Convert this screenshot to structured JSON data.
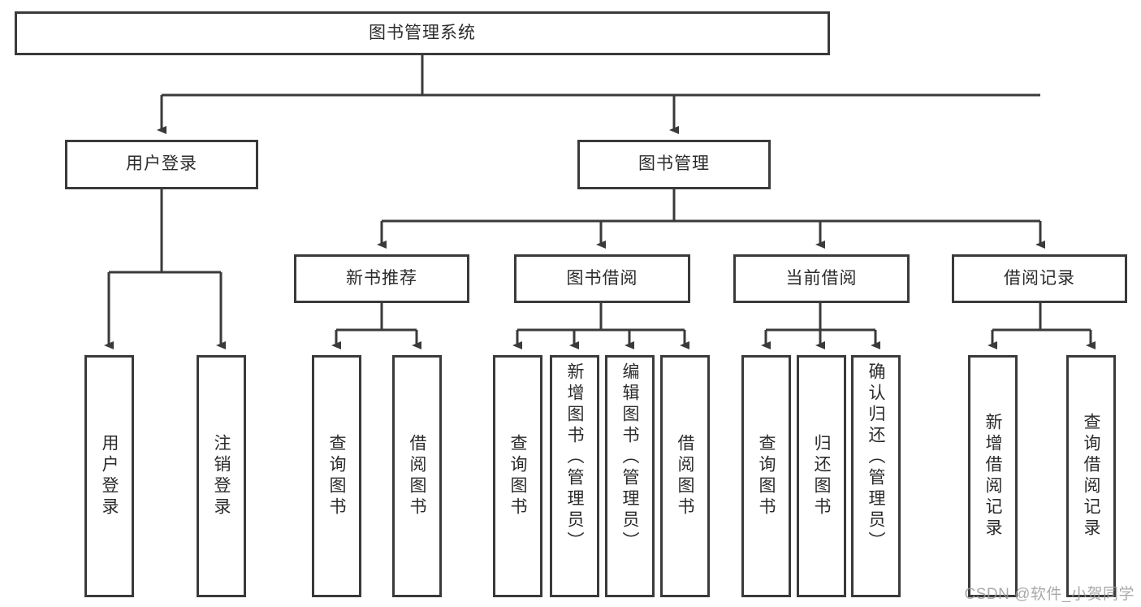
{
  "diagram": {
    "type": "tree-hierarchy",
    "title": "图书管理系统",
    "watermark": "CSDN @软件_小贺同学",
    "colors": {
      "box_border": "#3a3a3a",
      "box_fill": "#ffffff",
      "line": "#3a3a3a",
      "text": "#2b2b2b",
      "watermark": "#9b9b9b",
      "background": "#ffffff"
    },
    "root": {
      "label": "图书管理系统"
    },
    "level2": [
      {
        "id": "user-login",
        "label": "用户登录"
      },
      {
        "id": "book-manage",
        "label": "图书管理"
      }
    ],
    "level3": [
      {
        "id": "new-book-recommend",
        "label": "新书推荐"
      },
      {
        "id": "book-borrow",
        "label": "图书借阅"
      },
      {
        "id": "current-borrow",
        "label": "当前借阅"
      },
      {
        "id": "borrow-record",
        "label": "借阅记录"
      }
    ],
    "leaves": {
      "user_login": [
        {
          "id": "leaf-user-login",
          "label": "用户登录"
        },
        {
          "id": "leaf-logout",
          "label": "注销登录"
        }
      ],
      "new_book_recommend": [
        {
          "id": "leaf-query-book-1",
          "label": "查询图书"
        },
        {
          "id": "leaf-borrow-book-1",
          "label": "借阅图书"
        }
      ],
      "book_borrow": [
        {
          "id": "leaf-query-book-2",
          "label": "查询图书"
        },
        {
          "id": "leaf-add-book",
          "label": "新增图书（管理员）"
        },
        {
          "id": "leaf-edit-book",
          "label": "编辑图书（管理员）"
        },
        {
          "id": "leaf-borrow-book-2",
          "label": "借阅图书"
        }
      ],
      "current_borrow": [
        {
          "id": "leaf-query-book-3",
          "label": "查询图书"
        },
        {
          "id": "leaf-return-book",
          "label": "归还图书"
        },
        {
          "id": "leaf-confirm-return",
          "label": "确认归还（管理员）"
        }
      ],
      "borrow_record": [
        {
          "id": "leaf-add-record",
          "label": "新增借阅记录"
        },
        {
          "id": "leaf-query-record",
          "label": "查询借阅记录"
        }
      ]
    }
  }
}
